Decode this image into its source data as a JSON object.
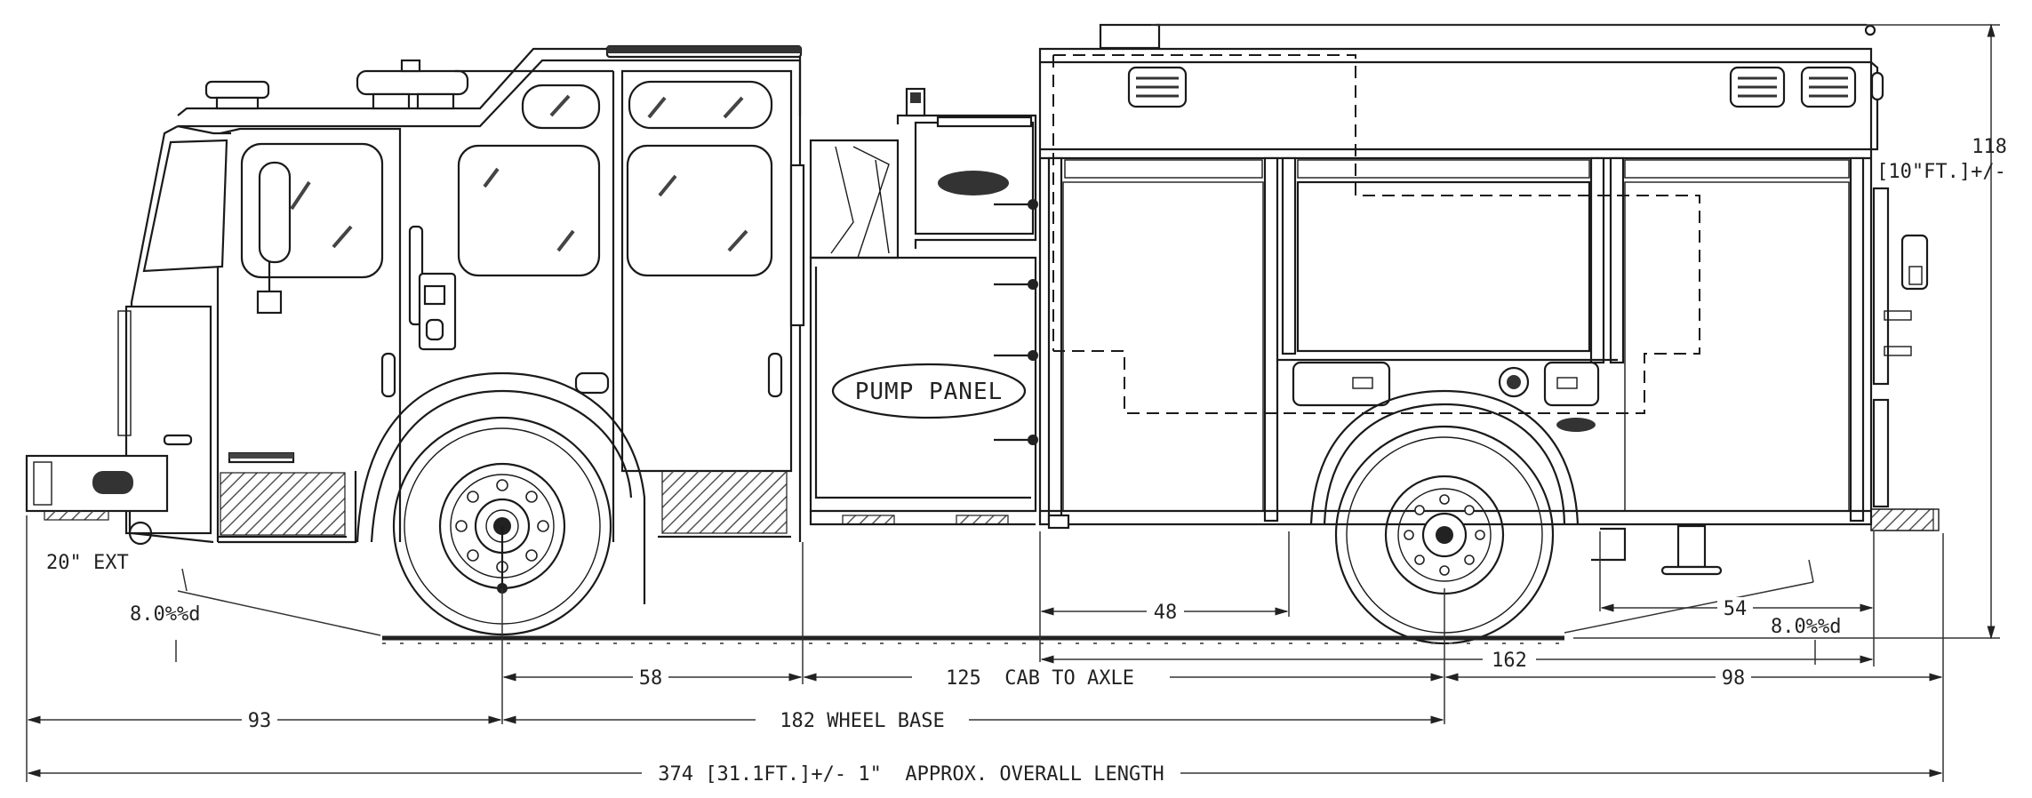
{
  "labels": {
    "pump_panel": "PUMP PANEL",
    "bumper_ext": "20\" EXT",
    "height_value": "118",
    "height_ft": "[10\"FT.]+/-",
    "approach_angle": "8.0%%d",
    "departure_angle": "8.0%%d"
  },
  "dimensions": {
    "front_overhang": "93",
    "front_axle_to_cab": "58",
    "cab_to_axle": "125  CAB TO AXLE",
    "wheel_base": "182 WHEEL BASE",
    "body_compartment": "48",
    "rear_section": "162",
    "rear_overhang": "98",
    "rear_step": "54",
    "overall_length": "374 [31.1FT.]+/- 1\"  APPROX. OVERALL LENGTH"
  }
}
